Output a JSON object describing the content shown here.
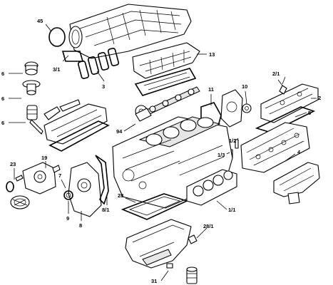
{
  "callouts": {
    "c45": "45",
    "c3_1": "3/1",
    "c3": "3",
    "c13": "13",
    "c6_a": "6",
    "c6_b": "6",
    "c6_c": "6",
    "c2_1": "2/1",
    "c2": "2",
    "c5": "5",
    "c11": "11",
    "c10": "10",
    "c94": "94",
    "c1_2": "1/2",
    "c1_3": "1/3",
    "c4": "4",
    "c19": "19",
    "c23": "23",
    "c7": "7",
    "c9": "9",
    "c8": "8",
    "c8_1": "8/1",
    "c28": "28",
    "c1_1": "1/1",
    "c28_1": "28/1",
    "c31": "31"
  }
}
